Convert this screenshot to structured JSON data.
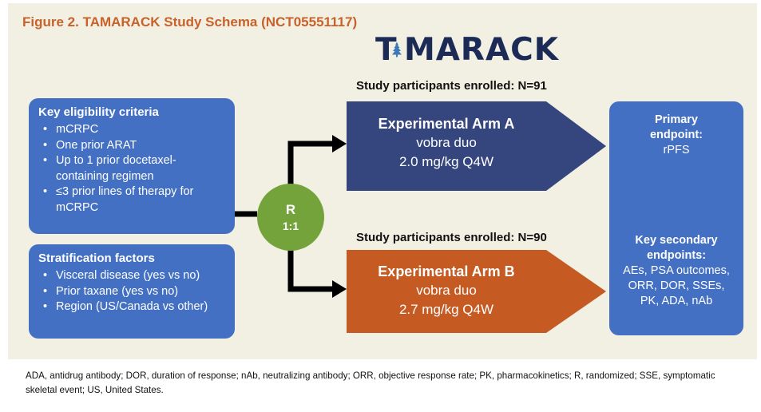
{
  "figure_title": "Figure 2. TAMARACK Study Schema (NCT05551117)",
  "logo": {
    "text_left": "T",
    "text_right": "MARACK"
  },
  "enrolled_a": "Study participants enrolled: N=91",
  "enrolled_b": "Study participants enrolled: N=90",
  "eligibility": {
    "heading": "Key eligibility criteria",
    "items": [
      "mCRPC",
      "One prior ARAT",
      "Up to 1 prior docetaxel-containing regimen",
      "≤3 prior lines of therapy for mCRPC"
    ]
  },
  "stratification": {
    "heading": "Stratification factors",
    "items": [
      "Visceral disease (yes vs no)",
      "Prior taxane (yes vs no)",
      "Region (US/Canada vs other)"
    ]
  },
  "randomization": {
    "label": "R",
    "ratio": "1:1"
  },
  "arm_a": {
    "name": "Experimental Arm A",
    "drug": "vobra duo",
    "dose": "2.0 mg/kg Q4W"
  },
  "arm_b": {
    "name": "Experimental Arm B",
    "drug": "vobra duo",
    "dose": "2.7 mg/kg Q4W"
  },
  "endpoints": {
    "primary_label": "Primary endpoint:",
    "primary_value": "rPFS",
    "secondary_label": "Key secondary endpoints:",
    "secondary_value": "AEs, PSA outcomes, ORR, DOR, SSEs, PK, ADA, nAb"
  },
  "footnote": "ADA, antidrug antibody; DOR, duration of response; nAb, neutralizing antibody; ORR, objective response rate; PK, pharmacokinetics; R, randomized; SSE, symptomatic skeletal event; US, United States.",
  "colors": {
    "panel_bg": "#f2efe3",
    "title_orange": "#c8622a",
    "box_blue": "#4470c4",
    "arm_a_navy": "#35467f",
    "arm_b_orange": "#c55a22",
    "randomization_green": "#73a33a",
    "logo_navy": "#1c2b55"
  }
}
